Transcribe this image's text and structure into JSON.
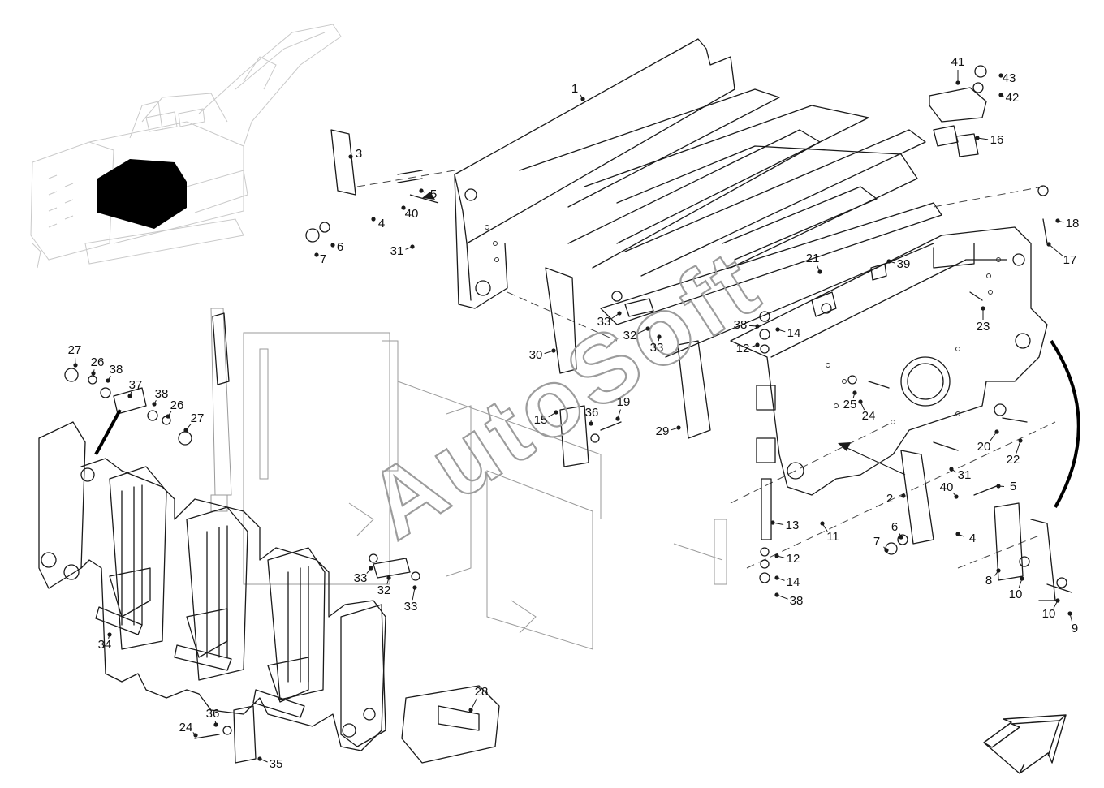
{
  "watermark": "AutoSoft",
  "overview_thumbnail": {
    "highlight_color": "#000000"
  },
  "colors": {
    "line": "#1a1a1a",
    "ghost": "#c9c9c9",
    "watermark": "#9c9c9c"
  },
  "callouts": [
    {
      "label": "1"
    },
    {
      "label": "3"
    },
    {
      "label": "5"
    },
    {
      "label": "40"
    },
    {
      "label": "4"
    },
    {
      "label": "31"
    },
    {
      "label": "6"
    },
    {
      "label": "7"
    },
    {
      "label": "41"
    },
    {
      "label": "43"
    },
    {
      "label": "42"
    },
    {
      "label": "16"
    },
    {
      "label": "18"
    },
    {
      "label": "17"
    },
    {
      "label": "21"
    },
    {
      "label": "39"
    },
    {
      "label": "23"
    },
    {
      "label": "33"
    },
    {
      "label": "32"
    },
    {
      "label": "33"
    },
    {
      "label": "38"
    },
    {
      "label": "14"
    },
    {
      "label": "12"
    },
    {
      "label": "30"
    },
    {
      "label": "15"
    },
    {
      "label": "36"
    },
    {
      "label": "19"
    },
    {
      "label": "29"
    },
    {
      "label": "25"
    },
    {
      "label": "24"
    },
    {
      "label": "20"
    },
    {
      "label": "22"
    },
    {
      "label": "31"
    },
    {
      "label": "5"
    },
    {
      "label": "40"
    },
    {
      "label": "2"
    },
    {
      "label": "11"
    },
    {
      "label": "13"
    },
    {
      "label": "6"
    },
    {
      "label": "4"
    },
    {
      "label": "7"
    },
    {
      "label": "12"
    },
    {
      "label": "14"
    },
    {
      "label": "38"
    },
    {
      "label": "8"
    },
    {
      "label": "10"
    },
    {
      "label": "10"
    },
    {
      "label": "9"
    },
    {
      "label": "27"
    },
    {
      "label": "26"
    },
    {
      "label": "38"
    },
    {
      "label": "37"
    },
    {
      "label": "38"
    },
    {
      "label": "26"
    },
    {
      "label": "27"
    },
    {
      "label": "33"
    },
    {
      "label": "32"
    },
    {
      "label": "33"
    },
    {
      "label": "34"
    },
    {
      "label": "28"
    },
    {
      "label": "24"
    },
    {
      "label": "36"
    },
    {
      "label": "35"
    }
  ]
}
